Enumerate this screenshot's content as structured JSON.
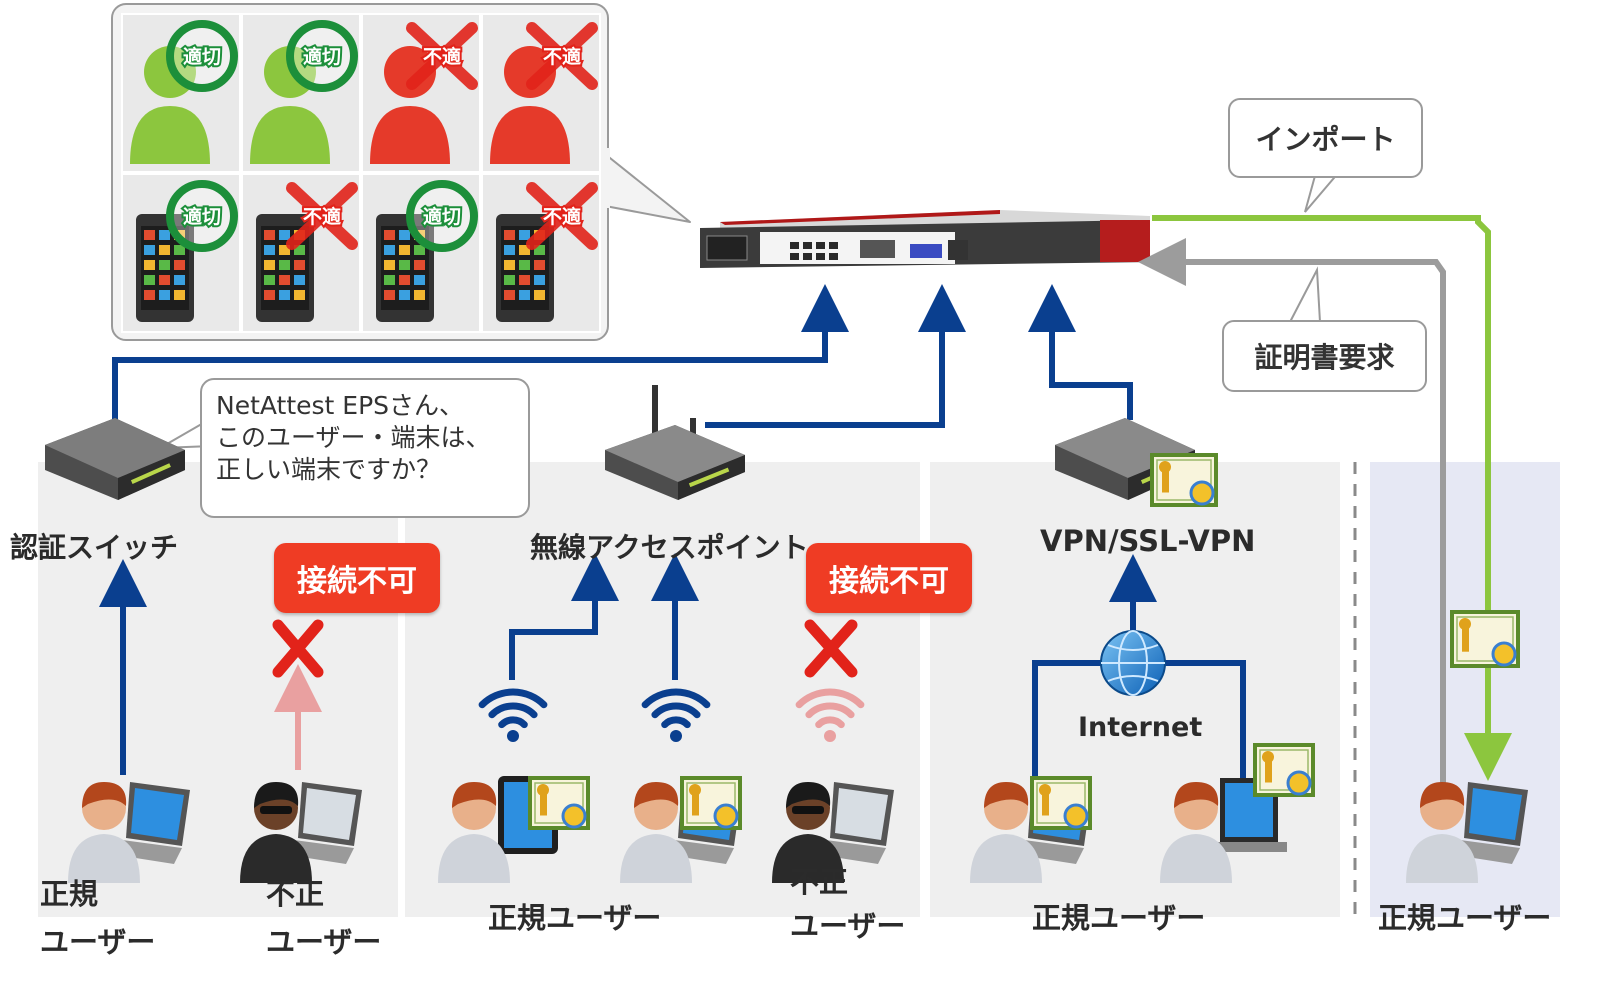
{
  "colors": {
    "ok": "#1c8f3a",
    "ng": "#e2231a",
    "accent_blue": "#0a3f8f",
    "import_green": "#8cc63e",
    "request_gray": "#9c9c9c",
    "zone_gray": "#efefef",
    "zone_blue": "#e6e8f4"
  },
  "panel": {
    "items": [
      {
        "kind": "person",
        "status": "ok",
        "stamp": "適切"
      },
      {
        "kind": "person",
        "status": "ok",
        "stamp": "適切"
      },
      {
        "kind": "person",
        "status": "ng",
        "stamp": "不適"
      },
      {
        "kind": "person",
        "status": "ng",
        "stamp": "不適"
      },
      {
        "kind": "phone",
        "status": "ok",
        "stamp": "適切"
      },
      {
        "kind": "phone",
        "status": "ng",
        "stamp": "不適"
      },
      {
        "kind": "phone",
        "status": "ok",
        "stamp": "適切"
      },
      {
        "kind": "phone",
        "status": "ng",
        "stamp": "不適"
      }
    ]
  },
  "question_bubble": "NetAttest EPSさん、\nこのユーザー・端末は、\n正しい端末ですか？",
  "callouts": {
    "import": "インポート",
    "cert_request": "証明書要求"
  },
  "devices": {
    "auth_switch": "認証スイッチ",
    "wireless_ap": "無線アクセスポイント",
    "vpn": "VPN/SSL-VPN",
    "internet": "Internet"
  },
  "badges": {
    "wired_denied": "接続不可",
    "wireless_denied": "接続不可"
  },
  "users": {
    "wired_legit": "正規\nユーザー",
    "wired_rogue": "不正\nユーザー",
    "wireless_legit": "正規ユーザー",
    "wireless_rogue": "不正\nユーザー",
    "vpn_legit": "正規ユーザー",
    "cert_legit": "正規ユーザー"
  }
}
